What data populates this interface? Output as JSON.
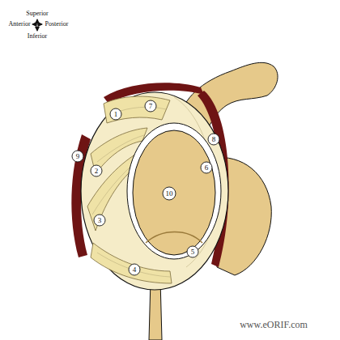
{
  "diagram": {
    "labels": [
      "Superior",
      "Anterior",
      "Posterior",
      "Inferior",
      "1",
      "2",
      "3",
      "4",
      "5",
      "6",
      "7",
      "8",
      "9",
      "10",
      "www.eORIF.com"
    ]
  }
}
